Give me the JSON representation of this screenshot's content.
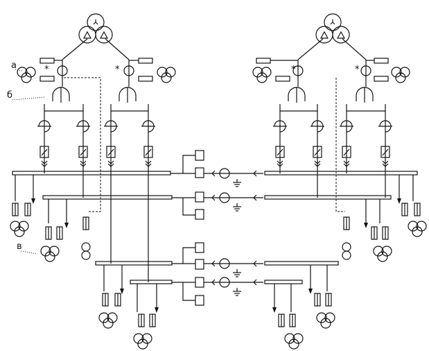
{
  "diagram": {
    "labels": {
      "a": "а",
      "b": "б",
      "v": "в",
      "star": "*"
    },
    "colors": {
      "line": "#111111",
      "background": "#ffffff"
    }
  }
}
